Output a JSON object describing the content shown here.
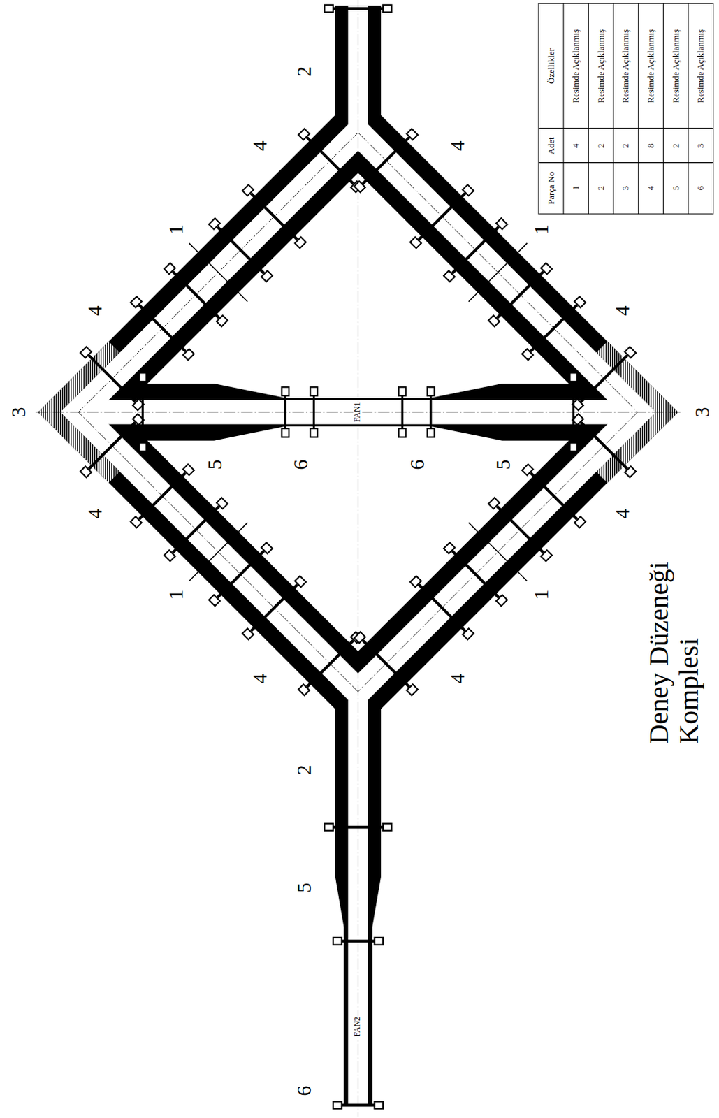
{
  "diagram": {
    "title": "Deney Düzeneği Komplesi",
    "labels": [
      "Parça No",
      "Adet",
      "Özellikler",
      "1",
      "4",
      "Resimde Açıklanmış",
      "2",
      "2",
      "Resimde Açıklanmış",
      "3",
      "2",
      "Resimde Açıklanmış",
      "4",
      "8",
      "Resimde Açıklanmış",
      "5",
      "2",
      "Resimde Açıklanmış",
      "6",
      "3",
      "Resimde Açıklanmış",
      "2",
      "4",
      "1",
      "4",
      "4",
      "1",
      "4",
      "3",
      "3",
      "5",
      "6",
      "FAN1",
      "6",
      "5",
      "4",
      "1",
      "4",
      "4",
      "1",
      "4",
      "2",
      "5",
      "FAN2",
      "6"
    ]
  }
}
